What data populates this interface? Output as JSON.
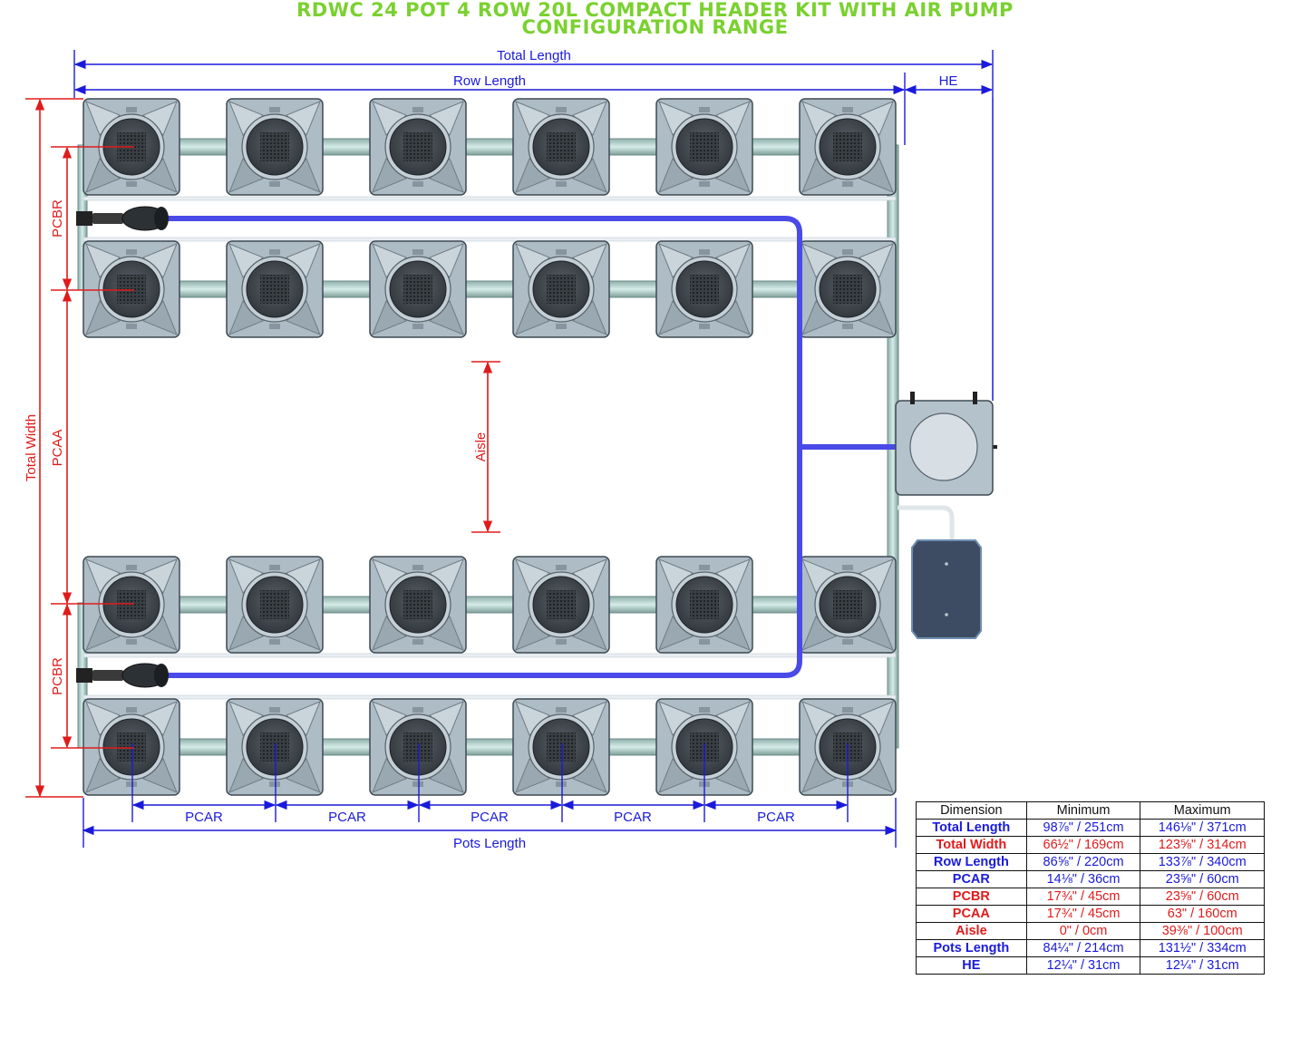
{
  "title": {
    "line1": "RDWC 24 POT 4 ROW 20L COMPACT HEADER KIT WITH AIR PUMP",
    "line2": "CONFIGURATION RANGE"
  },
  "colors": {
    "title": "#7ad12f",
    "blue_dimension": "#1a1adc",
    "red_dimension": "#e01b1b",
    "air_line": "#4a4ae8",
    "pipe": "#a9c9c4",
    "pot": "#b4c2cc"
  },
  "labels": {
    "total_length": "Total Length",
    "row_length": "Row Length",
    "he": "HE",
    "total_width": "Total Width",
    "pcbr": "PCBR",
    "pcaa": "PCAA",
    "aisle": "Aisle",
    "pcar": "PCAR",
    "pots_length": "Pots Length"
  },
  "table": {
    "headers": [
      "Dimension",
      "Minimum",
      "Maximum"
    ],
    "rows": [
      {
        "name": "Total Length",
        "min": "98⅞\" / 251cm",
        "max": "146⅛\" / 371cm",
        "color": "blue"
      },
      {
        "name": "Total Width",
        "min": "66½\" / 169cm",
        "max": "123⅝\" / 314cm",
        "color": "red"
      },
      {
        "name": "Row Length",
        "min": "86⅝\" / 220cm",
        "max": "133⅞\" / 340cm",
        "color": "blue"
      },
      {
        "name": "PCAR",
        "min": "14⅛\" / 36cm",
        "max": "23⅝\" / 60cm",
        "color": "blue"
      },
      {
        "name": "PCBR",
        "min": "17¾\" / 45cm",
        "max": "23⅝\" / 60cm",
        "color": "red"
      },
      {
        "name": "PCAA",
        "min": "17¾\" / 45cm",
        "max": "63\" / 160cm",
        "color": "red"
      },
      {
        "name": "Aisle",
        "min": "0\" / 0cm",
        "max": "39⅜\" / 100cm",
        "color": "red"
      },
      {
        "name": "Pots Length",
        "min": "84¼\" / 214cm",
        "max": "131½\" / 334cm",
        "color": "blue"
      },
      {
        "name": "HE",
        "min": "12¼\" / 31cm",
        "max": "12¼\" / 31cm",
        "color": "blue"
      }
    ]
  }
}
